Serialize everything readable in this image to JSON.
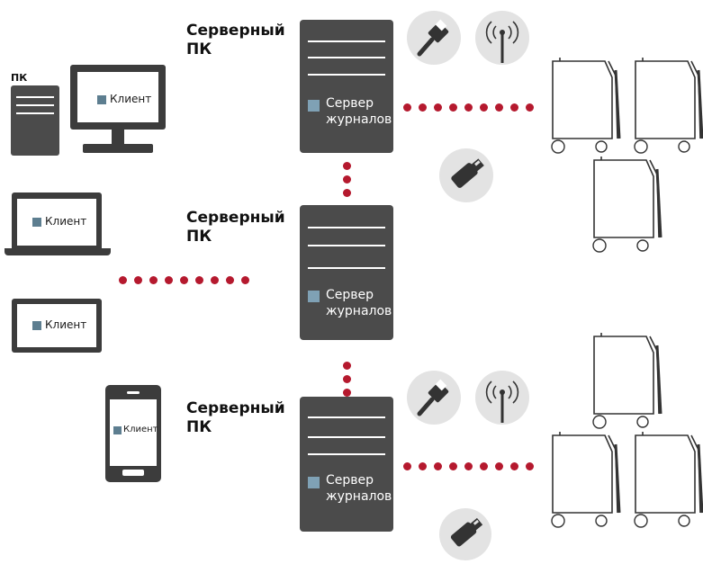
{
  "server_pc_label": [
    "Серверный",
    "ПК"
  ],
  "pc_label": "ПК",
  "client_label": "Клиент",
  "server_text": [
    "Сервер",
    "журналов"
  ],
  "colors": {
    "server_body": "#4b4b4b",
    "accent_square": "#7fa1b5",
    "connection_dots": "#b5192e",
    "icon_circle": "#e3e3e3"
  },
  "icons": [
    "ethernet-cable-icon",
    "wireless-signal-icon",
    "usb-stick-icon",
    "cart-icon"
  ]
}
